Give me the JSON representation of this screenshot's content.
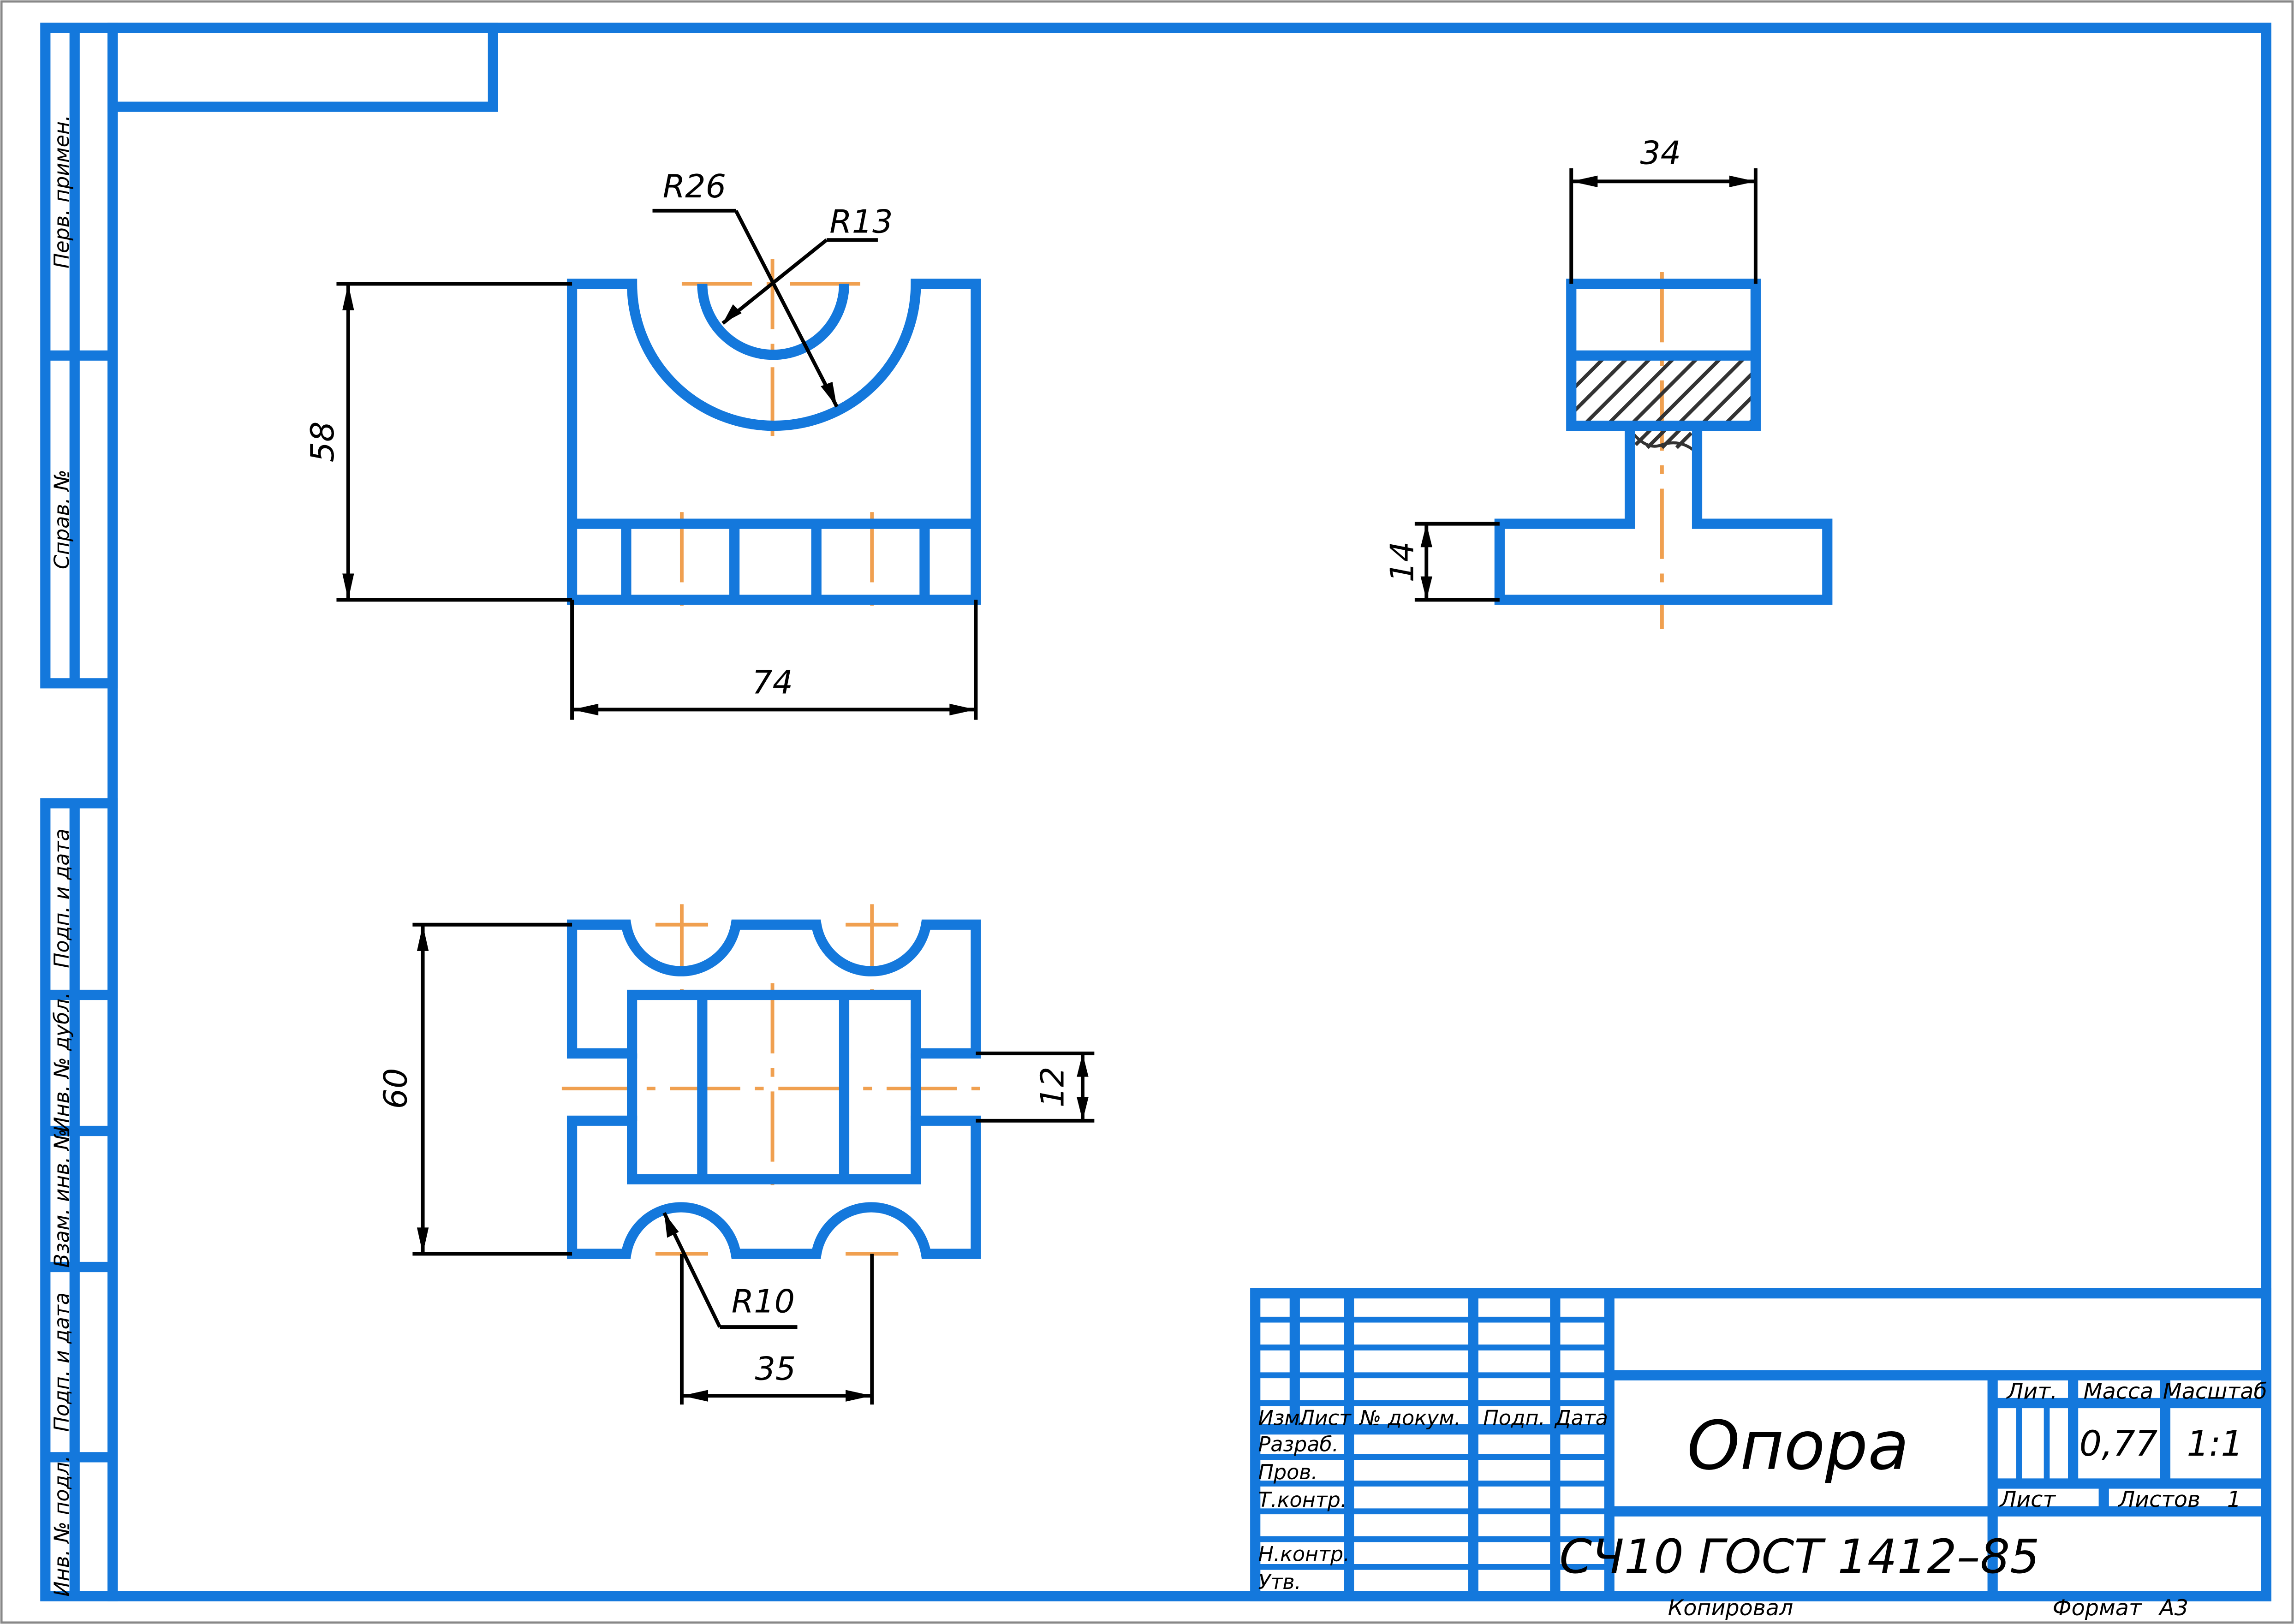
{
  "side_margin": {
    "labels": [
      "Перв. примен.",
      "Справ. №",
      "Подп. и дата",
      "Инв. № дубл.",
      "Взам. инв. №",
      "Подп. и дата",
      "Инв. № подл."
    ]
  },
  "dimensions": {
    "top_view": {
      "r_outer": "R26",
      "r_inner": "R13",
      "height": "58",
      "width": "74"
    },
    "side_view": {
      "width": "34",
      "base_height": "14"
    },
    "plan_view": {
      "depth": "60",
      "web": "12",
      "r_slot": "R10",
      "pitch": "35"
    }
  },
  "title_block": {
    "headers": [
      "Изм.",
      "Лист",
      "№ докум.",
      "Подп.",
      "Дата"
    ],
    "roles": [
      "Разраб.",
      "Пров.",
      "Т.контр.",
      "Н.контр.",
      "Утв."
    ],
    "title": "Опора",
    "material": "СЧ10  ГОСТ 1412–85",
    "lit_label": "Лит.",
    "mass_label": "Масса",
    "scale_label": "Масштаб",
    "mass_value": "0,77",
    "scale_value": "1:1",
    "sheet_label": "Лист",
    "sheets_label": "Листов",
    "sheets_value": "1"
  },
  "footer": {
    "copied": "Копировал",
    "format_label": "Формат",
    "format_value": "А3"
  },
  "colors": {
    "line": "#1478dc",
    "axis": "#f0a050",
    "dim": "#000000"
  }
}
